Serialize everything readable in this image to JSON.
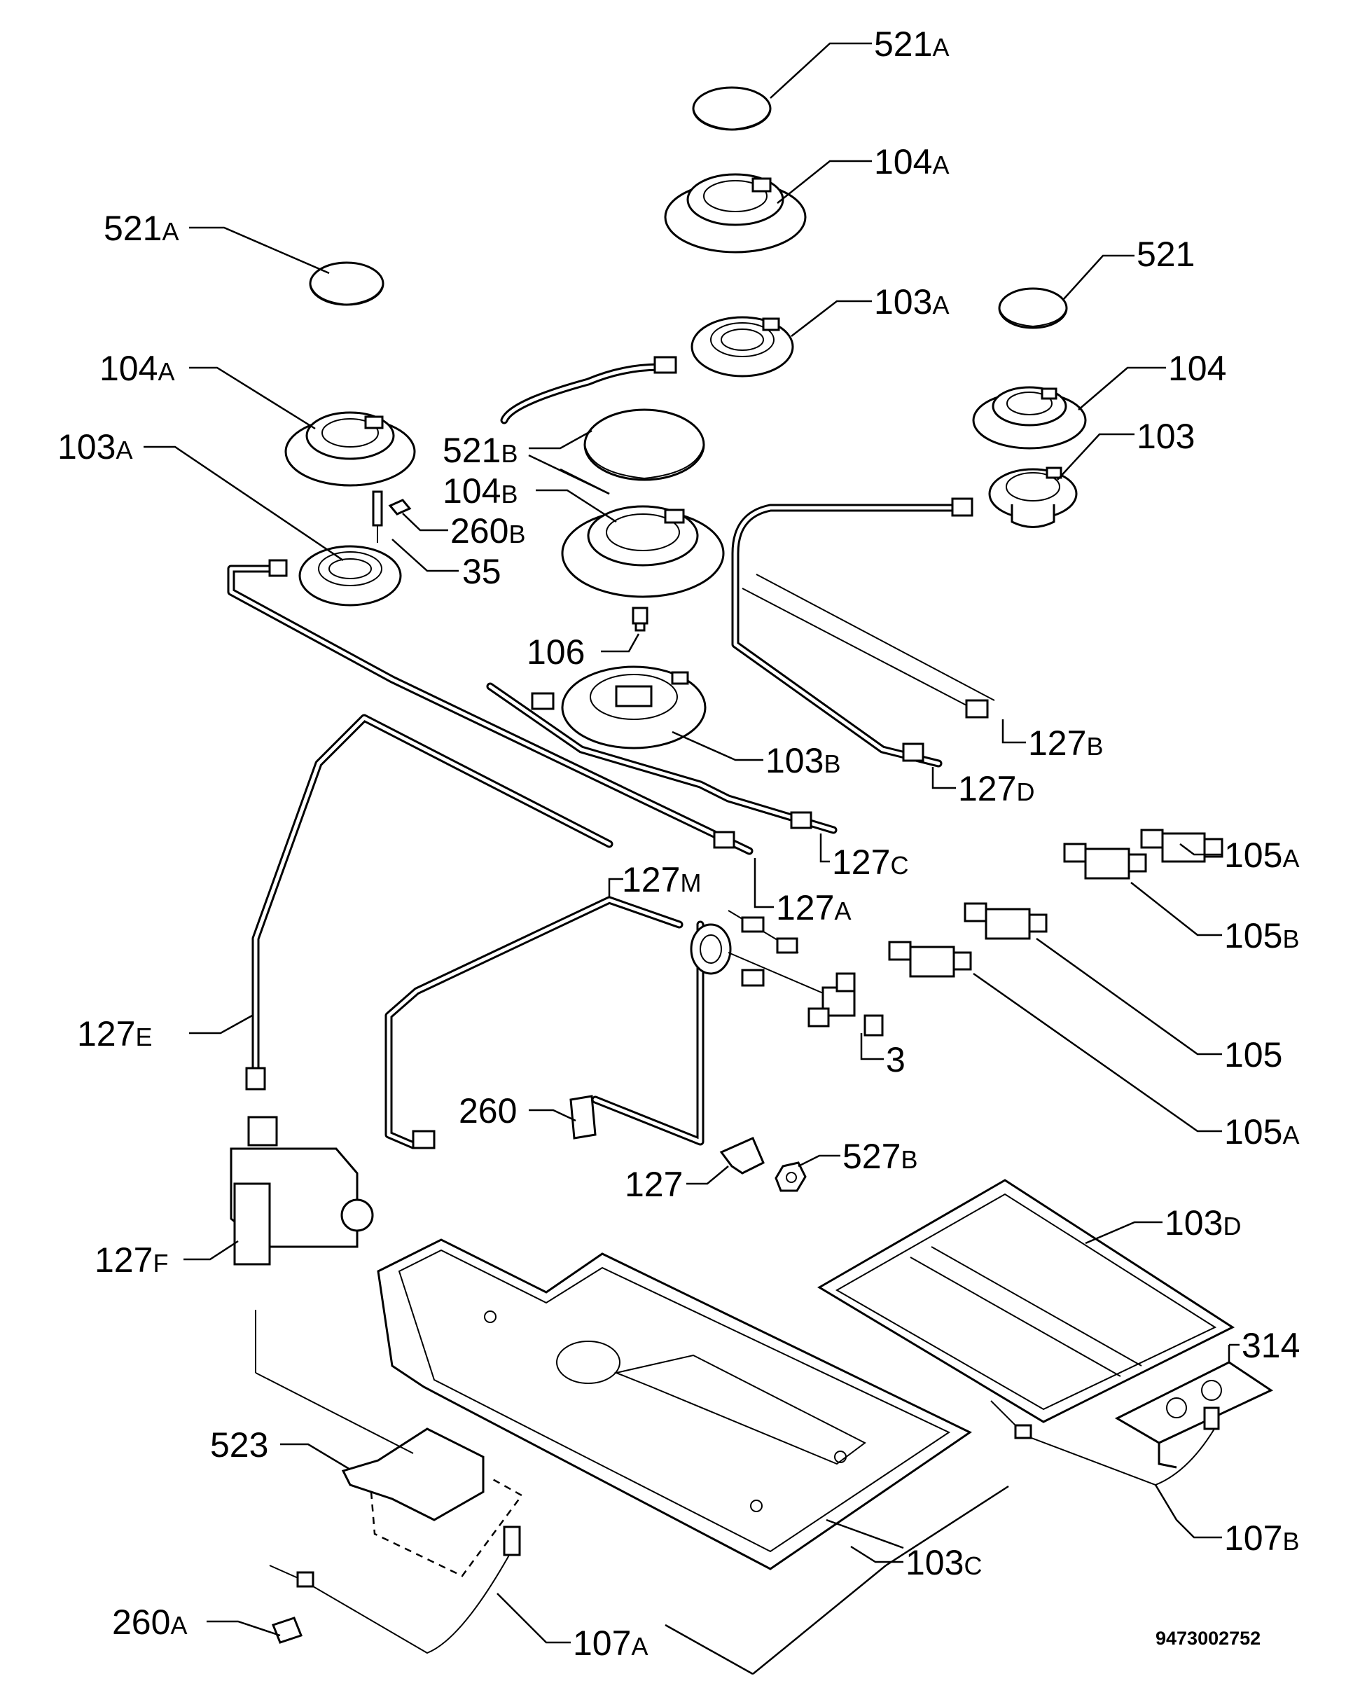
{
  "labels": [
    {
      "id": "521a-top",
      "num": "521",
      "suf": "A"
    },
    {
      "id": "104a-top",
      "num": "104",
      "suf": "A"
    },
    {
      "id": "521a-left",
      "num": "521",
      "suf": "A"
    },
    {
      "id": "521",
      "num": "521",
      "suf": ""
    },
    {
      "id": "103a-top",
      "num": "103",
      "suf": "A"
    },
    {
      "id": "104a-left",
      "num": "104",
      "suf": "A"
    },
    {
      "id": "104",
      "num": "104",
      "suf": ""
    },
    {
      "id": "103a-left",
      "num": "103",
      "suf": "A"
    },
    {
      "id": "521b",
      "num": "521",
      "suf": "B"
    },
    {
      "id": "103",
      "num": "103",
      "suf": ""
    },
    {
      "id": "104b",
      "num": "104",
      "suf": "B"
    },
    {
      "id": "260b",
      "num": "260",
      "suf": "B"
    },
    {
      "id": "35",
      "num": "35",
      "suf": ""
    },
    {
      "id": "106",
      "num": "106",
      "suf": ""
    },
    {
      "id": "127b",
      "num": "127",
      "suf": "B"
    },
    {
      "id": "103b",
      "num": "103",
      "suf": "B"
    },
    {
      "id": "127d",
      "num": "127",
      "suf": "D"
    },
    {
      "id": "105a-top",
      "num": "105",
      "suf": "A"
    },
    {
      "id": "127c",
      "num": "127",
      "suf": "C"
    },
    {
      "id": "127m",
      "num": "127",
      "suf": "M"
    },
    {
      "id": "127a",
      "num": "127",
      "suf": "A"
    },
    {
      "id": "105b",
      "num": "105",
      "suf": "B"
    },
    {
      "id": "127e",
      "num": "127",
      "suf": "E"
    },
    {
      "id": "3",
      "num": "3",
      "suf": ""
    },
    {
      "id": "105",
      "num": "105",
      "suf": ""
    },
    {
      "id": "260",
      "num": "260",
      "suf": ""
    },
    {
      "id": "105a-bottom",
      "num": "105",
      "suf": "A"
    },
    {
      "id": "527b",
      "num": "527",
      "suf": "B"
    },
    {
      "id": "127",
      "num": "127",
      "suf": ""
    },
    {
      "id": "103d",
      "num": "103",
      "suf": "D"
    },
    {
      "id": "127f",
      "num": "127",
      "suf": "F"
    },
    {
      "id": "314",
      "num": "314",
      "suf": ""
    },
    {
      "id": "523",
      "num": "523",
      "suf": ""
    },
    {
      "id": "107b",
      "num": "107",
      "suf": "B"
    },
    {
      "id": "103c",
      "num": "103",
      "suf": "C"
    },
    {
      "id": "260a",
      "num": "260",
      "suf": "A"
    },
    {
      "id": "107a",
      "num": "107",
      "suf": "A"
    }
  ],
  "reference_number": "9473002752"
}
